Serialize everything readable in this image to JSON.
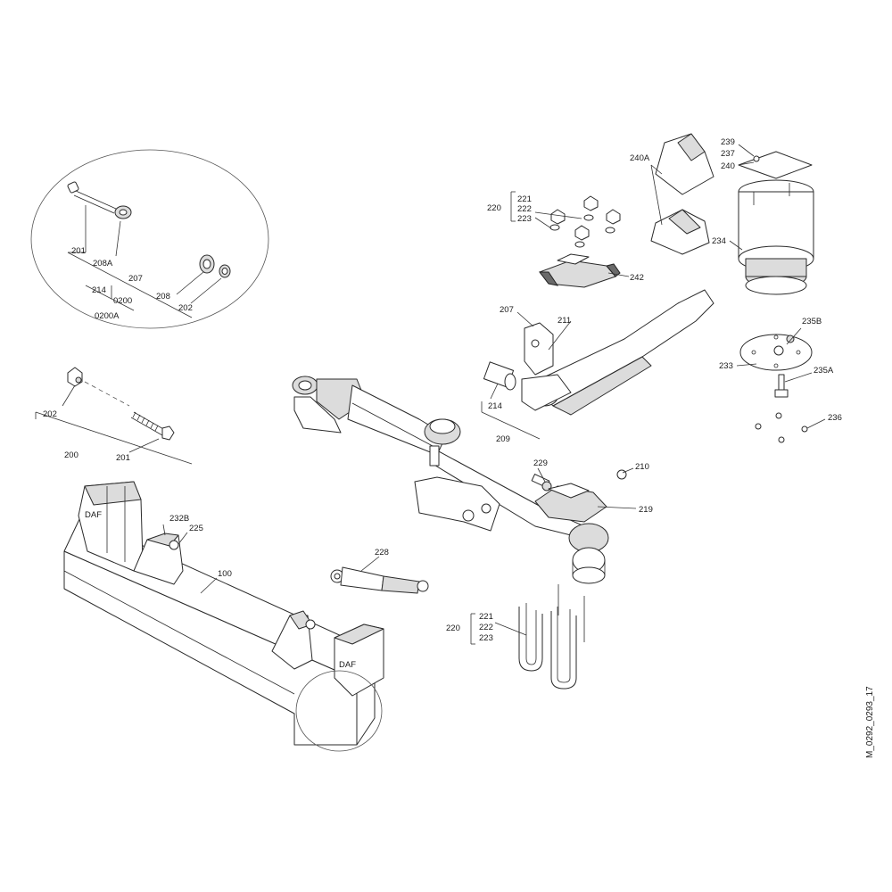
{
  "drawing_id": "M_0292_0293_17",
  "callouts": {
    "c201_detail": "201",
    "c208A": "208A",
    "c207_detail": "207",
    "c214_detail": "214",
    "c0200": "0200",
    "c0200A": "0200A",
    "c208": "208",
    "c202_detail": "202",
    "c202": "202",
    "c200": "200",
    "c201": "201",
    "c220_top": "220",
    "c221_top": "221",
    "c222_top": "222",
    "c223_top": "223",
    "c240A": "240A",
    "c239": "239",
    "c237": "237",
    "c240": "240",
    "c234": "234",
    "c242": "242",
    "c207": "207",
    "c211": "211",
    "c235B": "235B",
    "c233": "233",
    "c235A": "235A",
    "c214": "214",
    "c209": "209",
    "c236": "236",
    "c229": "229",
    "c210": "210",
    "c219": "219",
    "c232B": "232B",
    "c225": "225",
    "c100": "100",
    "c228": "228",
    "c220_bottom": "220",
    "c221_bottom": "221",
    "c222_bottom": "222",
    "c223_bottom": "223"
  }
}
